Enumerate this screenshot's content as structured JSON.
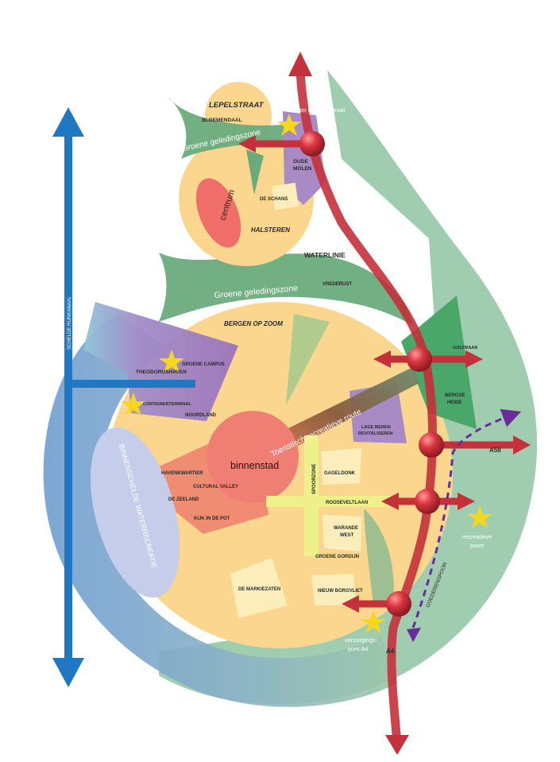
{
  "labels": {
    "lepelstraat": "LEPELSTRAAT",
    "bloemendaal": "BLOEMENDAAL",
    "ster_lepelstraat": "Ster bij Lepelstraat",
    "groene_geledingszone_top": "Groene geledingszone",
    "oude_molen": [
      "OUDE",
      "MOLEN"
    ],
    "de_schans": "DE SCHANS",
    "centrum": "centrum",
    "halsteren": "HALSTEREN",
    "waterlinie": "WATERLINIE",
    "groene_geledingszone_mid": "Groene geledingszone",
    "vrederust": "VREDERUST",
    "bergen_op_zoom": "BERGEN OP ZOOM",
    "schelde_rijnkanaal": "SCHELDE RIJNKANAAL",
    "theodorushaven": "THEODORUSHAVEN",
    "groene_campus": "GROENE CAMPUS",
    "containerterminal": "CONTAINERTERMINAL",
    "noordland": "NOORDLAND",
    "golfbaan": "GOLFBAAN",
    "bergse_heide": [
      "BERGSE",
      "HEIDE"
    ],
    "toeristisch_route": "Toeristisch recreatieve route",
    "lage_meren": [
      "LAGE MEREN",
      "REVITALISEREN"
    ],
    "a58": "A58",
    "binnenstad": "binnenstad",
    "havenkwartier": "HAVENKWARTIER",
    "cultural_valley": "CULTURAL VALLEY",
    "de_zeeland": "DE ZEELAND",
    "kijk_in_de_pot": "KIJK IN DE POT",
    "spoorzone": "SPOORZONE",
    "gageldonk": "GAGELDONK",
    "rooseveltlaan": "ROOSEVELTLAAN",
    "warande_west": [
      "WARANDE",
      "WEST"
    ],
    "groene_gordijn": "GROENE GORDIJN",
    "binnenschelde": "BINNENSCHELDE WATERRECREATIE",
    "recreatieve_poort": [
      "recreatieve",
      "poort"
    ],
    "goederenspoor": "GOEDERENSPOOR",
    "de_markiezaten": "DE MARKIEZATEN",
    "nieuw_borgvliet": "NIEUW BORGVLIET",
    "verzorgingspunt": [
      "verzorgings-",
      "punt A4"
    ],
    "a4": "A4"
  },
  "colors": {
    "green_drop": "#8fc3a2",
    "green_dark": "#5aa874",
    "blue_ring": "#7aa3cf",
    "city_yellow": "#fbd68e",
    "pale_yellow": "#fbeebb",
    "purple": "#a88ac4",
    "salmon": "#ef8c72",
    "red_road": "#c4313a",
    "canal_blue": "#1f78c1",
    "star": "#f5d81e",
    "lavender": "#c5cdea",
    "lime": "#eef08a",
    "route_brown": "#7a5b42"
  }
}
